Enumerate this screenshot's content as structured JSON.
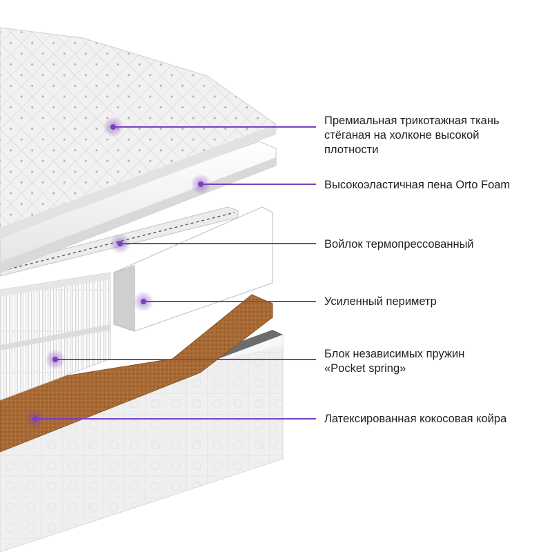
{
  "accent_color": "#7B3FBF",
  "layers": [
    {
      "id": "knit-fabric",
      "label": "Премиальная трикотажная ткань\nстёганая на холконе высокой\nплотности"
    },
    {
      "id": "orto-foam",
      "label": "Высокоэластичная пена Orto Foam"
    },
    {
      "id": "felt",
      "label": "Войлок термопрессованный"
    },
    {
      "id": "perimeter",
      "label": "Усиленный периметр"
    },
    {
      "id": "pocket-spring",
      "label": "Блок независимых пружин\n«Pocket spring»"
    },
    {
      "id": "coconut-coir",
      "label": "Латексированная кокосовая койра"
    }
  ]
}
